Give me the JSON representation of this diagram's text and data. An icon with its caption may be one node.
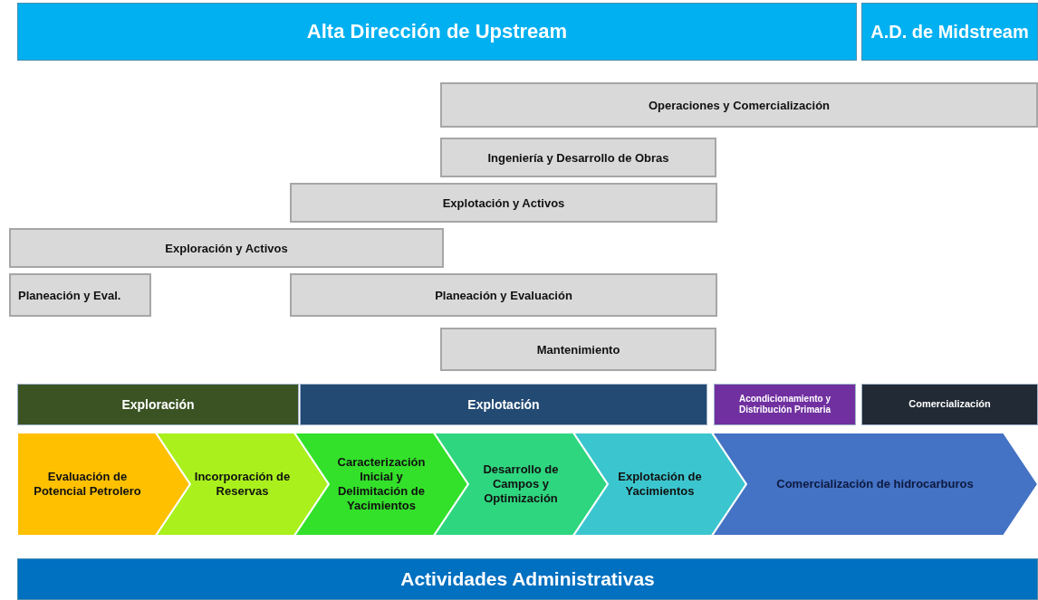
{
  "diagram": {
    "nodes": [
      {
        "text": [
          "Alta Dirección de Upstream"
        ]
      },
      {
        "text": [
          "A.D. de Midstream"
        ]
      },
      {
        "text": [
          "Operaciones y Comercialización"
        ]
      },
      {
        "text": [
          "Ingeniería y Desarrollo de Obras"
        ]
      },
      {
        "text": [
          "Explotación y Activos"
        ]
      },
      {
        "text": [
          "Exploración y Activos"
        ]
      },
      {
        "text": [
          "Planeación y Eval."
        ]
      },
      {
        "text": [
          "Planeación y Evaluación"
        ]
      },
      {
        "text": [
          "Mantenimiento"
        ]
      },
      {
        "text": [
          "Exploración"
        ]
      },
      {
        "text": [
          "Explotación"
        ]
      },
      {
        "text": [
          "Acondicionamiento y Distribución Primaria"
        ]
      },
      {
        "text": [
          "Comercialización"
        ]
      },
      {
        "text": [
          "Evaluación de Potencial Petrolero"
        ]
      },
      {
        "text": [
          "Incorporación de Reservas"
        ]
      },
      {
        "text": [
          "Caracterización Inicial y Delimitación de Yacimientos"
        ]
      },
      {
        "text": [
          "Desarrollo de Campos y Optimización"
        ]
      },
      {
        "text": [
          "Explotación de Yacimientos"
        ]
      },
      {
        "text": [
          "Comercialización de hidrocarburos"
        ]
      },
      {
        "text": [
          "Actividades Administrativas"
        ]
      }
    ]
  }
}
